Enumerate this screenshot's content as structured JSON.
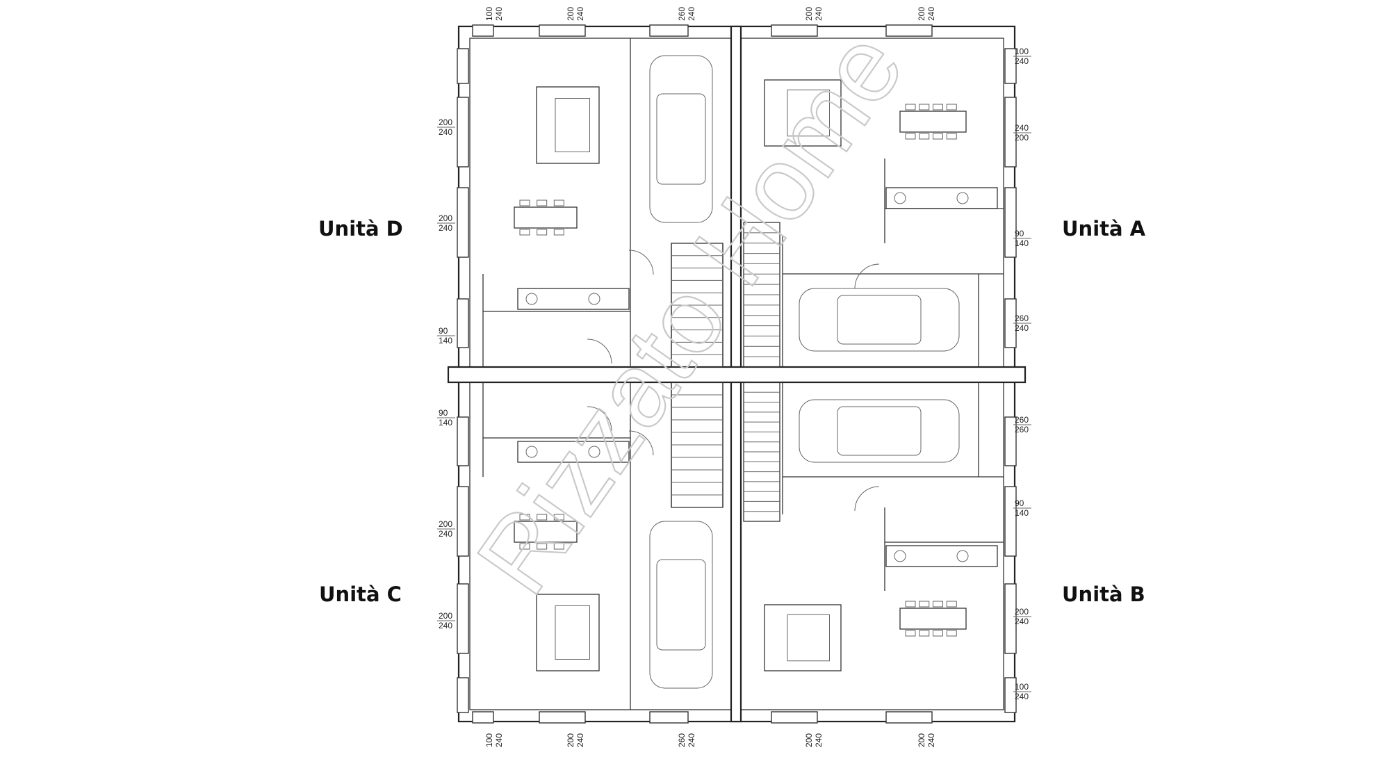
{
  "units": {
    "a": "Unità A",
    "b": "Unità B",
    "c": "Unità C",
    "d": "Unità D"
  },
  "watermark": "Rizzato Home",
  "dimensions": {
    "top": [
      [
        "100",
        "240"
      ],
      [
        "200",
        "240"
      ],
      [
        "260",
        "240"
      ],
      [
        "200",
        "240"
      ],
      [
        "200",
        "240"
      ]
    ],
    "bottom": [
      [
        "100",
        "240"
      ],
      [
        "200",
        "240"
      ],
      [
        "260",
        "240"
      ],
      [
        "200",
        "240"
      ],
      [
        "200",
        "240"
      ]
    ],
    "left": [
      [
        "200",
        "240"
      ],
      [
        "200",
        "240"
      ],
      [
        "90",
        "140"
      ],
      [
        "90",
        "140"
      ],
      [
        "200",
        "240"
      ],
      [
        "200",
        "240"
      ]
    ],
    "right": [
      [
        "100",
        "240"
      ],
      [
        "240",
        "200"
      ],
      [
        "90",
        "140"
      ],
      [
        "260",
        "240"
      ],
      [
        "260",
        "260"
      ],
      [
        "90",
        "140"
      ],
      [
        "200",
        "240"
      ],
      [
        "100",
        "240"
      ]
    ]
  },
  "colors": {
    "line": "#222222",
    "watermark": "#c9c9c9"
  }
}
